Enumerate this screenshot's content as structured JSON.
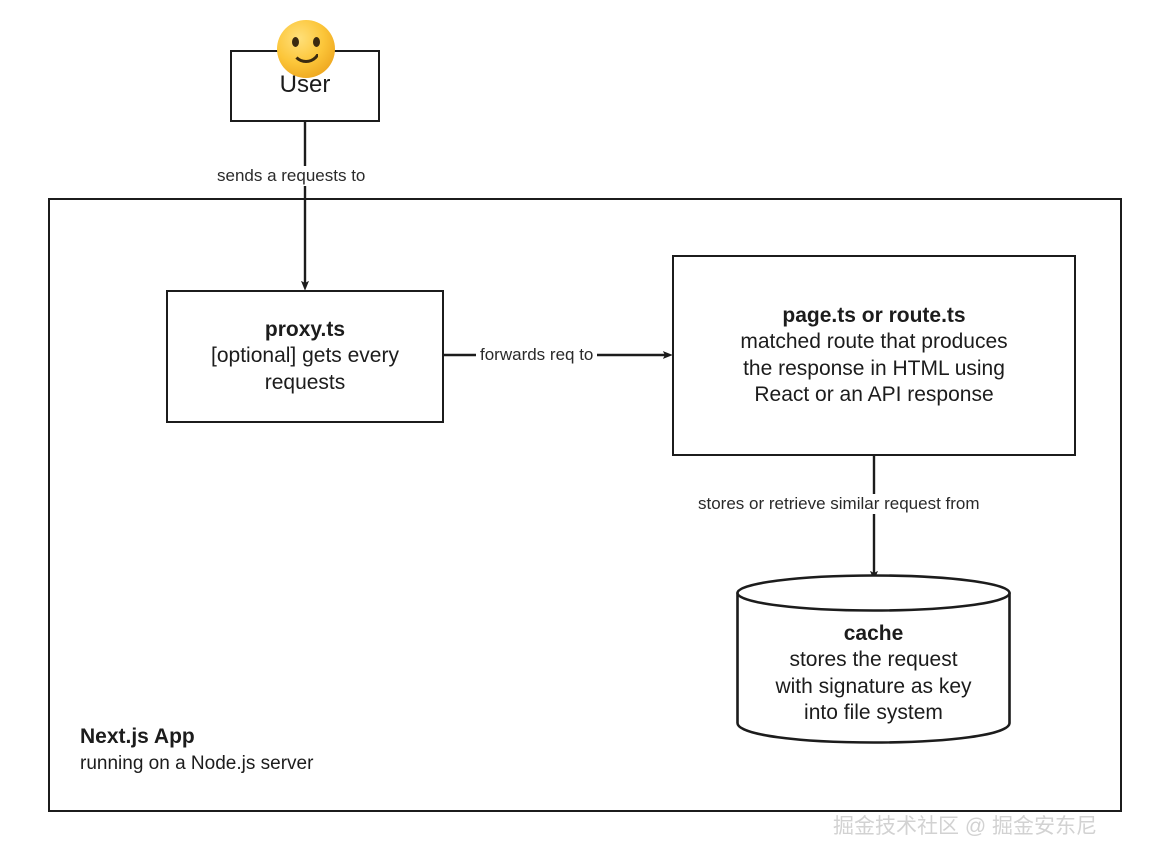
{
  "diagram": {
    "type": "flowchart",
    "title": "Next.js request flow with proxy, route handling and cache",
    "nodes": {
      "user": {
        "label": "User",
        "icon": "smiley-face-emoji"
      },
      "app_container": {
        "title": "Next.js App",
        "subtitle": "running on a Node.js server"
      },
      "proxy": {
        "title": "proxy.ts",
        "subtitle": "[optional] gets every requests"
      },
      "page_route": {
        "title": "page.ts or route.ts",
        "subtitle_line1": "matched route that produces",
        "subtitle_line2": "the response in HTML using",
        "subtitle_line3": "React or an API response"
      },
      "cache": {
        "title": "cache",
        "subtitle_line1": "stores the request",
        "subtitle_line2": "with signature as key",
        "subtitle_line3": "into file system"
      }
    },
    "edges": [
      {
        "from": "user",
        "to": "proxy",
        "label": "sends a requests to",
        "direction": "down"
      },
      {
        "from": "proxy",
        "to": "page_route",
        "label": "forwards req to",
        "direction": "right"
      },
      {
        "from": "page_route",
        "to": "cache",
        "label": "stores or retrieve similar request from",
        "direction": "down"
      }
    ],
    "edge_labels": {
      "sends": "sends a requests to",
      "forwards": "forwards req to",
      "stores": "stores or retrieve similar request from"
    },
    "watermark": "掘金技术社区 @ 掘金安东尼",
    "colors": {
      "stroke": "#1c1c1c",
      "background": "#ffffff",
      "text": "#1c1c1c",
      "edge_label_text": "#2a2a2a",
      "emoji_yellow": "#fcc63a",
      "watermark": "#d2d2d2"
    }
  }
}
